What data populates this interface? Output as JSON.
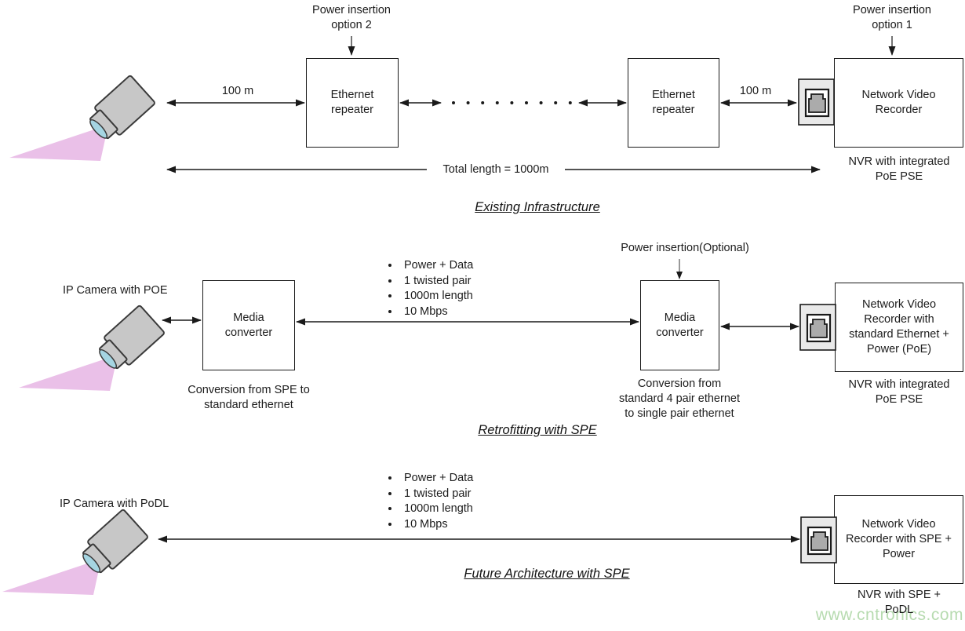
{
  "watermark": "www.cntronics.com",
  "colors": {
    "line": "#1a1a1a",
    "box_border": "#1a1a1a",
    "camera_body": "#c7c7c7",
    "camera_cone": "#eac0e8",
    "camera_lens": "#a5d5e2",
    "jack_fill": "#e9e9e9",
    "jack_plug": "#ababab",
    "watermark": "#b7dbb0"
  },
  "existing": {
    "title": "Existing Infrastructure",
    "power_option_2": [
      "Power insertion",
      "option 2"
    ],
    "power_option_1": [
      "Power insertion",
      "option 1"
    ],
    "distance_left": "100 m",
    "distance_right": "100 m",
    "repeater_1": [
      "Ethernet",
      "repeater"
    ],
    "repeater_2": [
      "Ethernet",
      "repeater"
    ],
    "nvr": [
      "Network Video",
      "Recorder"
    ],
    "nvr_caption": [
      "NVR with integrated",
      "PoE PSE"
    ],
    "total_length": "Total length = 1000m"
  },
  "retrofit": {
    "title": "Retrofitting with SPE",
    "camera_label": "IP Camera with POE",
    "media_converter_1": [
      "Media",
      "converter"
    ],
    "mc1_caption": [
      "Conversion from SPE to",
      "standard ethernet"
    ],
    "link_bullets": [
      "Power + Data",
      "1 twisted pair",
      "1000m length",
      "10 Mbps"
    ],
    "power_optional": "Power insertion(Optional)",
    "media_converter_2": [
      "Media",
      "converter"
    ],
    "mc2_caption": [
      "Conversion from",
      "standard 4 pair ethernet",
      "to single pair ethernet"
    ],
    "nvr": [
      "Network Video",
      "Recorder with",
      "standard Ethernet +",
      "Power (PoE)"
    ],
    "nvr_caption": [
      "NVR with integrated",
      "PoE PSE"
    ]
  },
  "future": {
    "title": "Future Architecture with SPE",
    "camera_label": "IP Camera with PoDL",
    "link_bullets": [
      "Power + Data",
      "1 twisted pair",
      "1000m length",
      "10 Mbps"
    ],
    "nvr": [
      "Network Video",
      "Recorder with SPE +",
      "Power"
    ],
    "nvr_caption": [
      "NVR with SPE +",
      "PoDL"
    ]
  }
}
